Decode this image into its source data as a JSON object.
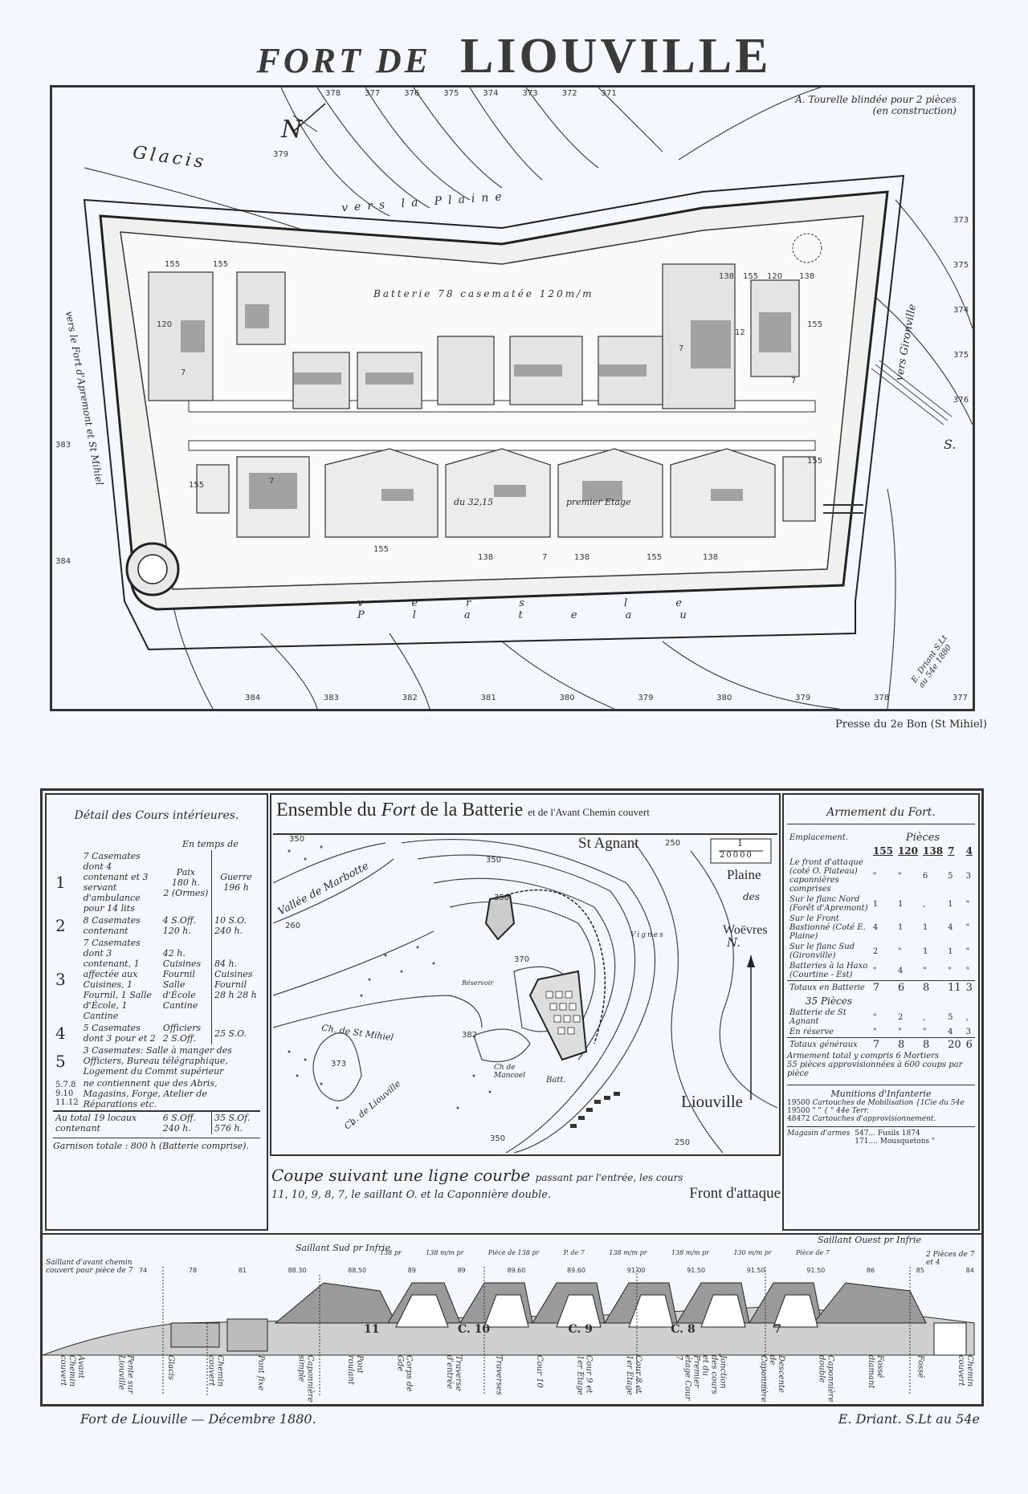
{
  "title": {
    "prefix": "FORT DE",
    "name": "LIOUVILLE"
  },
  "plan": {
    "north_label": "N",
    "legend_note": "A. Tourelle blindée pour 2 pièces",
    "legend_note_sub": "(en construction)",
    "battery_label": "Batterie 78 casematée 120m/m",
    "labels": {
      "glacis": "Glacis",
      "vers_la_plaine": "vers la Plaine",
      "vers_le_fort": "vers le Fort d'Apremont et St Mihiel",
      "vers_gironville": "vers Gironville",
      "vers_le_plateau": "vers le Plateau",
      "south": "S.",
      "premier_etage": "premier Etage",
      "du_sous_sol": "du 32,15"
    },
    "top_elevations": [
      "378",
      "377",
      "376",
      "375",
      "374",
      "373",
      "372",
      "371"
    ],
    "bottom_elevations": [
      "384",
      "383",
      "382",
      "381",
      "380",
      "379",
      "380",
      "379",
      "378",
      "377"
    ],
    "left_elevations": [
      "379",
      "383",
      "384"
    ],
    "right_elevations": [
      "373",
      "375",
      "374",
      "375",
      "376"
    ],
    "gun_labels": [
      "155",
      "120",
      "155",
      "7",
      "155",
      "138",
      "7",
      "155",
      "120",
      "138",
      "155",
      "7",
      "12",
      "7",
      "155",
      "155",
      "138",
      "7",
      "138",
      "155",
      "138"
    ],
    "signature": "E. Driant S.Lt au 54e 1880",
    "press": "Presse du 2e Bon (St Mihiel)"
  },
  "detail_table": {
    "title": "Détail des Cours intérieures.",
    "header_peace_war": "En temps de",
    "col_paix": "Paix",
    "col_guerre": "Guerre",
    "rows": [
      {
        "num": "1",
        "desc": "7 Casemates dont 4 contenant et 3 servant d'ambulance pour 14 lits",
        "paix": "180 h.",
        "guerre": "196 h",
        "note": "2 (Ormes)"
      },
      {
        "num": "2",
        "desc": "8 Casemates contenant",
        "paix": "4 S.Off. 120 h.",
        "guerre": "10 S.O. 240 h."
      },
      {
        "num": "3",
        "desc": "7 Casemates dont 3 contenant, 1 affectée aux Cuisines, 1 Fournil, 1 Salle d'École, 1 Cantine",
        "paix": "42 h. Cuisines Fournil Salle d'École Cantine",
        "guerre": "84 h. Cuisines Fournil 28 h 28 h"
      },
      {
        "num": "4",
        "desc": "5 Casemates dont 3 pour et 2",
        "paix": "Officiers 2 S.Off.",
        "guerre": "25 S.O."
      },
      {
        "num": "5",
        "desc": "3 Casemates: Salle à manger des Officiers, Bureau télégraphique, Logement du Commt supérieur"
      }
    ],
    "courts_others": {
      "nums": [
        "5.7.8",
        "9.10",
        "11.12"
      ],
      "desc": "ne contiennent que des Abris, Magasins, Forge, Atelier de Réparations etc."
    },
    "total": {
      "label": "Au total 19 locaux contenant",
      "paix_off": "6 S.Off.",
      "paix_h": "240 h.",
      "guerre_off": "35 S.Of.",
      "guerre_h": "576 h."
    },
    "garrison": "Garnison totale : 800 h (Batterie comprise)."
  },
  "overview_map": {
    "title_main": "Ensemble du",
    "title_fort": "Fort",
    "title_rest": "de la Batterie",
    "title_small": "et de l'Avant Chemin couvert",
    "scale_num": "1",
    "scale_den": "20000",
    "labels": {
      "st_agnant": "St Agnant",
      "plaine": "Plaine",
      "des": "des",
      "woevres": "Woëvres",
      "vallee": "Vallée de Marbotte",
      "liouville": "Liouville",
      "ch_st_mihiel": "Ch. de St Mihiel",
      "ch_liouville": "Ch. de Liouville",
      "ch_mancoel": "Ch de Mancoel",
      "batterie": "Batt.",
      "reservoir": "Réservoir",
      "vignes": "Vignes",
      "north": "N."
    },
    "elevations": [
      "350",
      "250",
      "350",
      "260",
      "350",
      "373",
      "382",
      "370",
      "350",
      "250"
    ]
  },
  "armament_table": {
    "title": "Armement du Fort.",
    "pieces_label": "Pièces",
    "emplacement_label": "Emplacement.",
    "columns": [
      "155",
      "120",
      "138",
      "7",
      "4"
    ],
    "rows": [
      {
        "label": "Le front d'attaque (coté O. Plateau) caponnières comprises",
        "values": [
          "\"",
          "\"",
          "6",
          "5",
          "3"
        ]
      },
      {
        "label": "Sur le flanc Nord (Forêt d'Apremont)",
        "values": [
          "1",
          "1",
          ",",
          "1",
          "\""
        ]
      },
      {
        "label": "Sur le Front Bastionné (Coté E. Plaine)",
        "values": [
          "4",
          "1",
          "1",
          "4",
          "\""
        ]
      },
      {
        "label": "Sur le flanc Sud (Gironville)",
        "values": [
          "2",
          "\"",
          "1",
          "1",
          "\""
        ]
      },
      {
        "label": "Batteries à la Haxo (Courtine - Est)",
        "values": [
          "\"",
          "4",
          "\"",
          "\"",
          "\""
        ]
      },
      {
        "label": "Totaux en Batterie",
        "values": [
          "7",
          "6",
          "8",
          "11",
          "3"
        ],
        "total": true
      },
      {
        "label": "35 Pièces",
        "values": [
          "",
          "",
          "",
          "",
          ""
        ],
        "note": true
      },
      {
        "label": "Batterie de St Agnant",
        "values": [
          "\"",
          "2",
          ",",
          "5",
          ","
        ]
      },
      {
        "label": "En réserve",
        "values": [
          "\"",
          "\"",
          "\"",
          "4",
          "3"
        ]
      },
      {
        "label": "Totaux généraux",
        "values": [
          "7",
          "8",
          "8",
          "20",
          "6"
        ],
        "total": true
      }
    ],
    "summary_line1": "Armement total y compris 6 Mortiers",
    "summary_line2": "55 pièces approvisionnées à 600 coups par pièce",
    "munitions_title": "Munitions d'Infanterie",
    "munitions": [
      {
        "qty": "19500",
        "desc": "Cartouches de Mobilisation {1Cie du 54e"
      },
      {
        "qty": "19500",
        "desc": "\"  \" { \" 44e Terr."
      },
      {
        "qty": "48472",
        "desc": "Cartouches d'approvisionnement."
      }
    ],
    "magasin_label": "Magasin d'armes",
    "magasin_items": [
      "547... Fusils 1874",
      "171.... Mousquetons \""
    ]
  },
  "section": {
    "caption_main": "Coupe suivant une ligne courbe",
    "caption_small": "passant par l'entrée, les cours",
    "caption_line2": "11, 10, 9, 8, 7, le saillant O. et la Caponnière double.",
    "front_label": "Front d'attaque",
    "top_labels": {
      "saillant_avant": "Saillant d'avant chemin couvert pour pièce de 7",
      "saillant_sud": "Saillant Sud pr Infrie",
      "saillant_ouest": "Saillant Ouest pr Infrie",
      "pieces_7_4": "2 Pièces de 7 et 4"
    },
    "gun_marks": [
      "138 pr",
      "138 m/m pr",
      "Pièce de 138 pr",
      "P. de 7",
      "138 m/m pr",
      "138 m/m pr",
      "130 m/m pr",
      "Pièce de 7"
    ],
    "elevations": [
      "74",
      "78",
      "81",
      "88.30",
      "88.50",
      "89",
      "89",
      "89.60",
      "89.60",
      "91.00",
      "91.50",
      "91.50",
      "91.50",
      "86",
      "85",
      "84"
    ],
    "court_labels": [
      "11",
      "C. 10",
      "C. 9",
      "C. 8",
      "7"
    ],
    "bottom_labels": [
      "Avant Chemin couvert",
      "Pente sur Liouville",
      "Glacis",
      "Chemin couvert",
      "Pont fixe",
      "Caponnière simple",
      "Pont roulant",
      "Corps de Gde",
      "Traverse d'entrée",
      "Traverses",
      "Cour 10",
      "Cour 9 et 1er Etage",
      "Cour 8 et 1er Etage",
      "Jonction des cours et du Premier étage Cour 7",
      "Descente de Caponnière",
      "Caponnière double",
      "Fossé diamant",
      "Fossé",
      "Chemin couvert"
    ]
  },
  "footer": {
    "left": "Fort de Liouville — Décembre 1880.",
    "right": "E. Driant. S.Lt au 54e"
  }
}
